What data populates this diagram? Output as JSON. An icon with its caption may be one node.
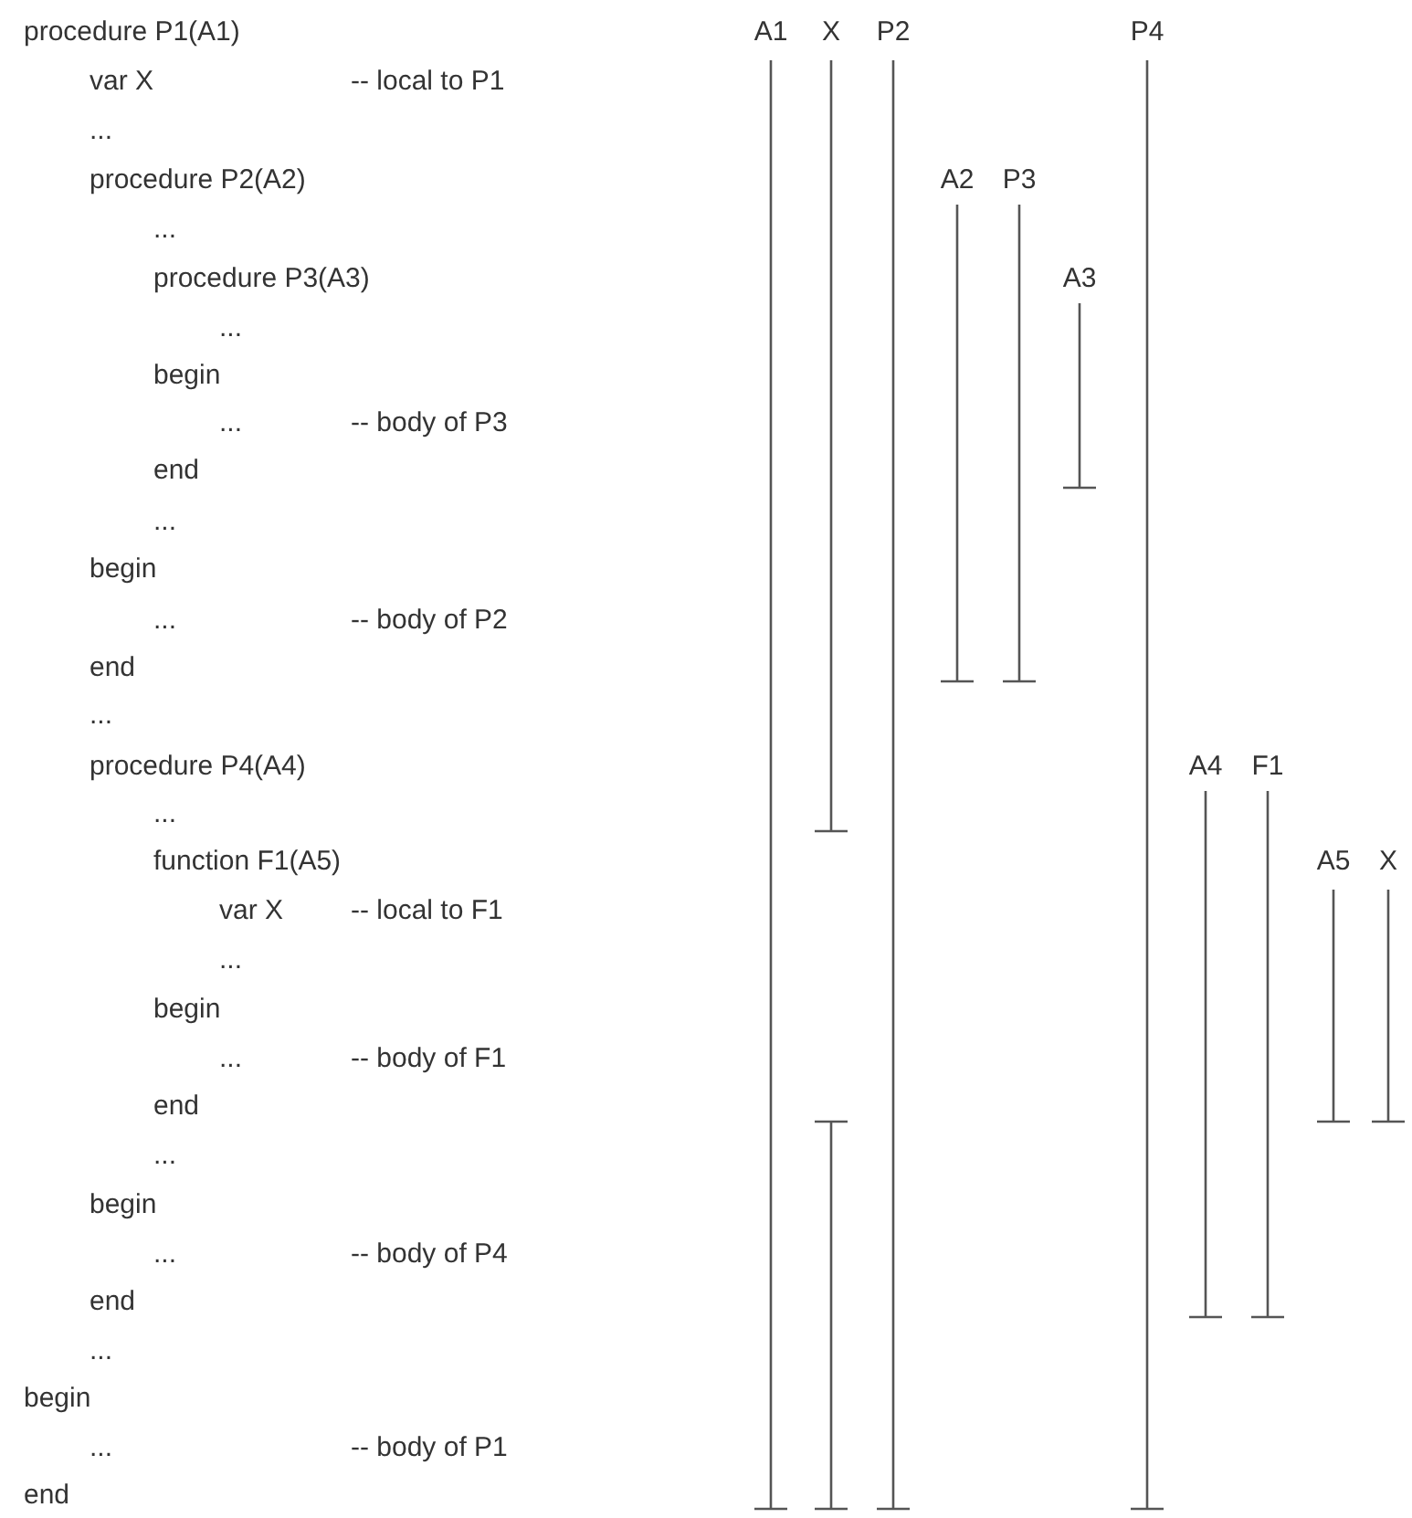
{
  "diagram": {
    "labels": [
      "procedure P1(A1)",
      "var X",
      "-- local to P1",
      "...",
      "procedure P2(A2)",
      "...",
      "procedure P3(A3)",
      "...",
      "begin",
      "...",
      "-- body of P3",
      "end",
      "...",
      "begin",
      "...",
      "-- body of P2",
      "end",
      "...",
      "procedure P4(A4)",
      "...",
      "function F1(A5)",
      "var X",
      "-- local to F1",
      "...",
      "begin",
      "...",
      "-- body of F1",
      "end",
      "...",
      "begin",
      "...",
      "-- body of P4",
      "end",
      "...",
      "begin",
      "...",
      "-- body of P1",
      "end",
      "A1",
      "X",
      "P2",
      "P4",
      "A2",
      "P3",
      "A3",
      "A4",
      "F1",
      "A5",
      "X"
    ]
  }
}
